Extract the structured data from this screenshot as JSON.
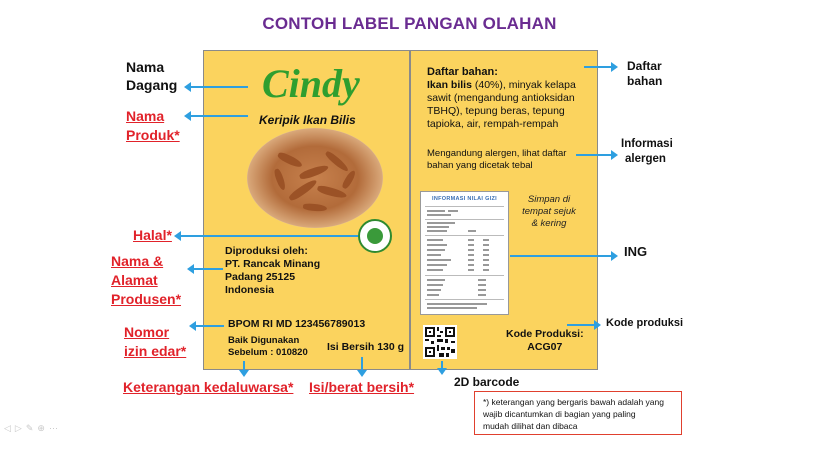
{
  "title": "CONTOH LABEL PANGAN OLAHAN",
  "left_labels": {
    "nama_dagang_1": "Nama",
    "nama_dagang_2": "Dagang",
    "nama_produk_1": "Nama",
    "nama_produk_2": "Produk*",
    "halal": "Halal*",
    "produsen_1": "Nama &",
    "produsen_2": "Alamat",
    "produsen_3": "Produsen*",
    "izin_1": "Nomor",
    "izin_2": "izin edar*"
  },
  "bottom_labels": {
    "kedaluwarsa": "Keterangan kedaluwarsa*",
    "berat": "Isi/berat bersih*",
    "barcode": "2D barcode"
  },
  "right_labels": {
    "daftar_1": "Daftar",
    "daftar_2": "bahan",
    "alergen_1": "Informasi",
    "alergen_2": "alergen",
    "ing": "ING",
    "kode": "Kode produksi"
  },
  "front_panel": {
    "brand": "Cindy",
    "product": "Keripik Ikan Bilis",
    "producer_heading": "Diproduksi oleh:",
    "producer_name": "PT. Rancak Minang",
    "producer_city": "Padang 25125",
    "producer_country": "Indonesia",
    "bpom": "BPOM RI MD 123456789013",
    "best_before_1": "Baik Digunakan",
    "best_before_2": "Sebelum : 010820",
    "net_weight": "Isi Bersih 130 g"
  },
  "back_panel": {
    "ingredients_heading": "Daftar bahan:",
    "ingredients_bold": "Ikan bilis",
    "ingredients_l1": " (40%), minyak kelapa",
    "ingredients_l2": "sawit (mengandung antioksidan",
    "ingredients_l3": "TBHQ), tepung beras, tepung",
    "ingredients_l4": "tapioka, air, rempah-rempah",
    "allergen_l1": "Mengandung alergen, lihat daftar",
    "allergen_l2": "bahan yang dicetak tebal",
    "nutrition_title": "INFORMASI NILAI GIZI",
    "storage_1": "Simpan di",
    "storage_2": "tempat sejuk",
    "storage_3": "& kering",
    "code_heading": "Kode Produksi:",
    "code_value": "ACG07"
  },
  "footnote": {
    "l1": "*) keterangan yang bergaris bawah adalah yang",
    "l2": "wajib dicantumkan di bagian yang paling",
    "l3": "mudah dilihat dan dibaca"
  },
  "colors": {
    "title": "#6a2c91",
    "mandatory": "#e1222a",
    "panel": "#fbd35e",
    "arrow": "#2e9fe0",
    "brand": "#2f9e2f"
  }
}
